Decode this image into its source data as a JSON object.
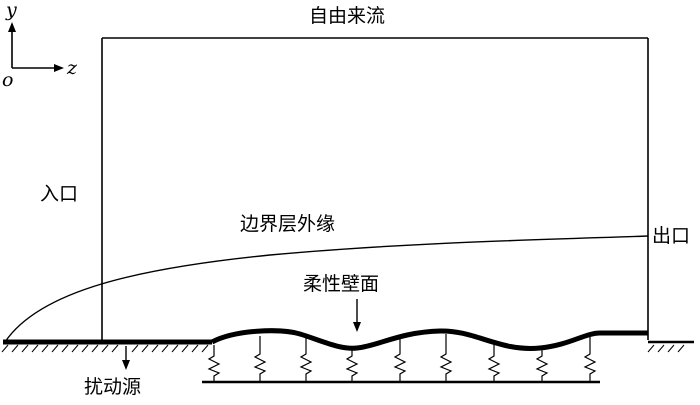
{
  "axes": {
    "y_label": "y",
    "origin_label": "o",
    "z_label": "z"
  },
  "labels": {
    "freestream": "自由来流",
    "inlet": "入口",
    "outlet": "出口",
    "boundary_layer_edge": "边界层外缘",
    "compliant_wall": "柔性壁面",
    "disturbance_source": "扰动源"
  }
}
